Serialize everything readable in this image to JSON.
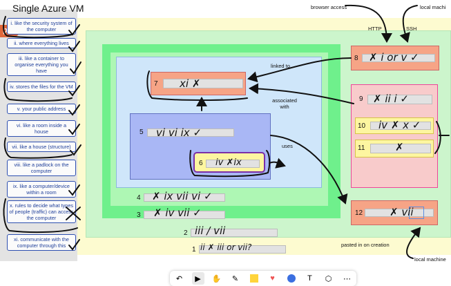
{
  "title": "Single Azure VM",
  "tag": "psho",
  "definitions": [
    "i. like the security system of the computer",
    "ii. where everything lives",
    "iii. like a container to organise everything you have",
    "iv. stores the files for the VM",
    "v. your public address",
    "vi. like a room inside a house",
    "vii. like a house (structure)",
    "viii. like a padlock on the computer",
    "ix. like a computer/device within a room",
    "x. rules to decide what types of people (traffic) can access the computer",
    "xi. communicate with the computer through this"
  ],
  "annotations": {
    "browser_access": "browser access",
    "local_machine_top": "local machi",
    "http": "HTTP",
    "ssh": "SSH",
    "linked_to": "linked to",
    "associated_with": "associated with",
    "uses": "uses",
    "pasted_on_creation": "pasted in on creation",
    "local_machine_bottom": "local machine"
  },
  "boxes": {
    "n1": "1",
    "n2": "2",
    "n3": "3",
    "n4": "4",
    "n5": "5",
    "n6": "6",
    "n7": "7",
    "n8": "8",
    "n9": "9",
    "n10": "10",
    "n11": "11",
    "n12": "12"
  },
  "handwriting": {
    "h1": "ii ✗ iii or vii?",
    "h2": "iii / vii",
    "h3": "✗ iv vii ✓",
    "h4": "✗ ix vii vi ✓",
    "h5": "vi vi  ix ✓",
    "h6": "iv  ✗ix",
    "h7": "xi  ✗",
    "h8": "✗ i or v ✓",
    "h9": "✗ ii  i ✓",
    "h10": "iv ✗ x ✓",
    "h11": "✗",
    "h12": "✗  vii"
  },
  "colors": {
    "outer_yellow": "#fdfbd0",
    "light_green": "#ccf5cc",
    "bright_green": "#6ff08c",
    "mid_green": "#aef7b4",
    "light_blue": "#cfe6fa",
    "periwinkle": "#a9b7f5",
    "salmon": "#f6a486",
    "pink": "#f8cbcb",
    "yellow": "#fdf6a0",
    "purple_border": "#7b2fa8"
  },
  "toolbar": [
    "undo-icon",
    "pointer-icon",
    "hand-icon",
    "pen-icon",
    "sticky-note-icon",
    "heart-icon",
    "bubble-icon",
    "text-icon",
    "shapes-icon",
    "more-icon"
  ]
}
